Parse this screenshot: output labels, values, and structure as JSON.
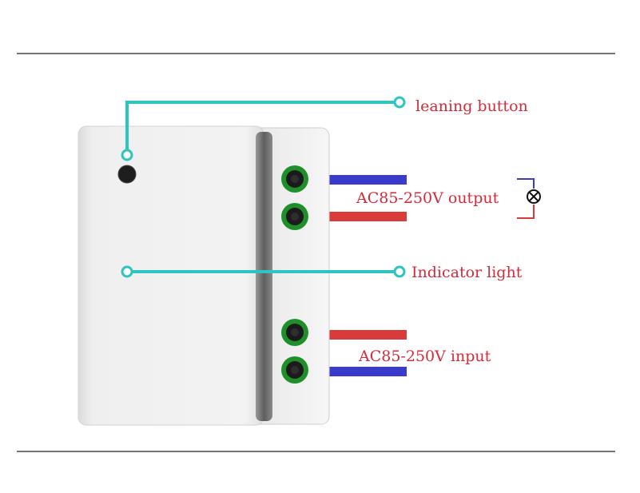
{
  "labels": {
    "leaning_button": "leaning button",
    "indicator_light": "Indicator light",
    "output": "AC85-250V output",
    "input": "AC85-250V input"
  },
  "colors": {
    "leader": "#2ec4c0",
    "label_text": "#d42a3a",
    "wire_blue": "#3a3acb",
    "wire_red": "#d93a3a",
    "terminal_ring": "#1f8f2a",
    "rule": "#222222"
  }
}
